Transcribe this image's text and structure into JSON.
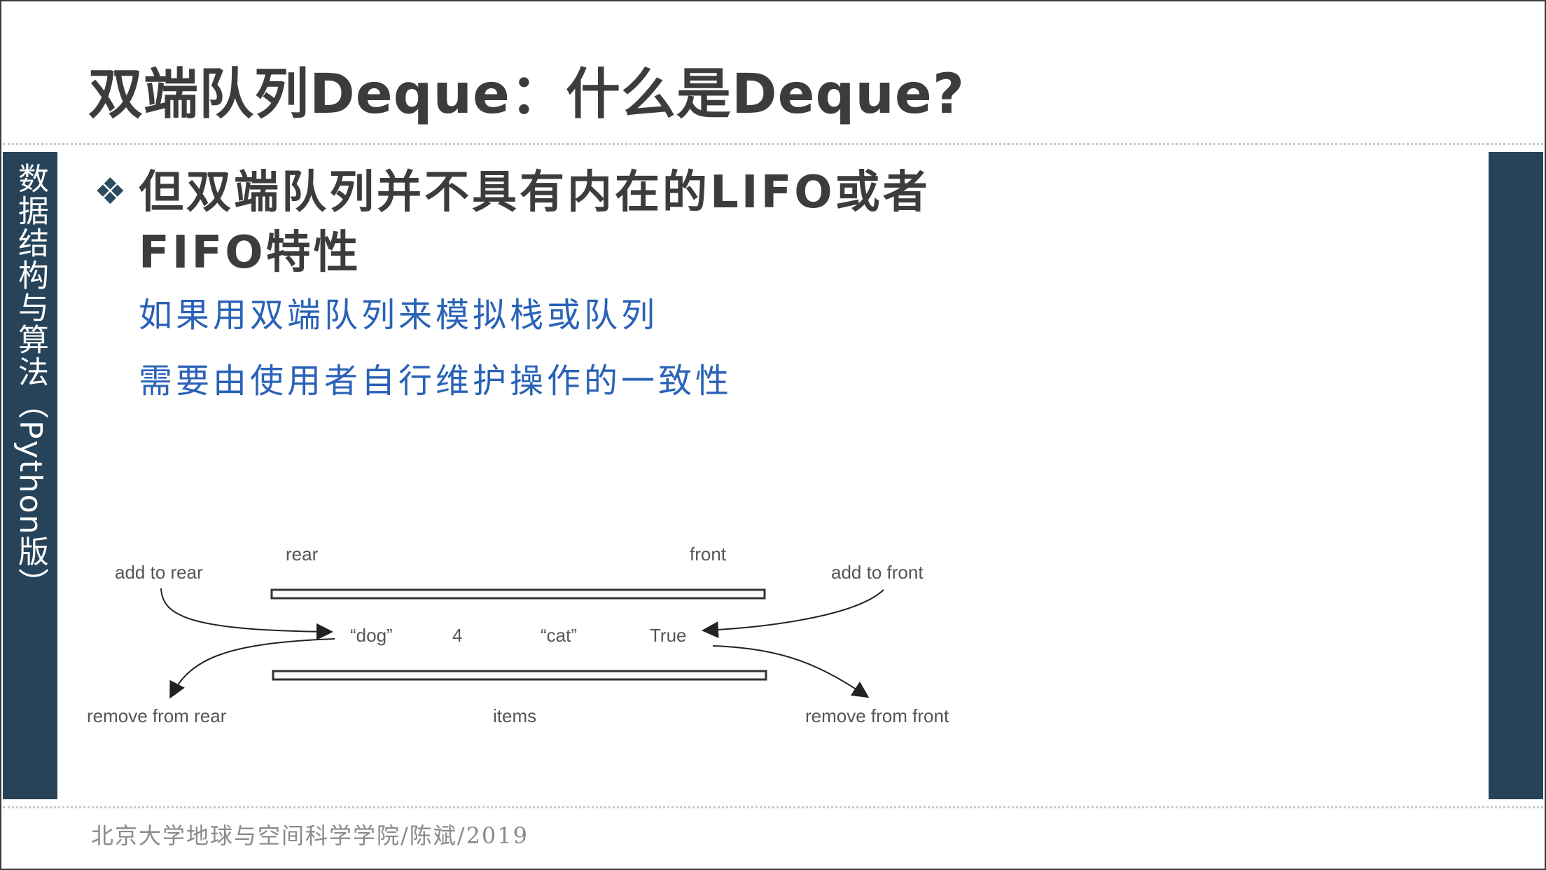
{
  "slide": {
    "title": "双端队列Deque：什么是Deque?",
    "sidebar_text": "数据结构与算法（Python版）",
    "bullet_icon": "diamond-bullet-icon",
    "bullet_text": "但双端队列并不具有内在的LIFO或者FIFO特性",
    "sub_points": [
      "如果用双端队列来模拟栈或队列",
      "需要由使用者自行维护操作的一致性"
    ],
    "footer": "北京大学地球与空间科学学院/陈斌/2019",
    "colors": {
      "sidebar": "#264359",
      "title": "#3c3c3c",
      "sub_text": "#2a62b8"
    }
  },
  "diagram": {
    "labels": {
      "rear": "rear",
      "front": "front",
      "add_to_rear": "add to rear",
      "add_to_front": "add to front",
      "remove_from_rear": "remove from rear",
      "remove_from_front": "remove from front",
      "items": "items"
    },
    "items": [
      "“dog”",
      "4",
      "“cat”",
      "True"
    ]
  }
}
